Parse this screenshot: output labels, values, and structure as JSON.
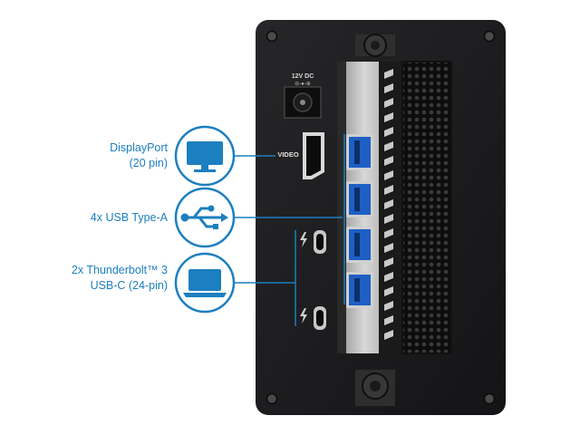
{
  "labels": {
    "displayport": {
      "line1": "DisplayPort",
      "line2": "(20 pin)"
    },
    "usb": {
      "line1": "4x USB Type-A"
    },
    "thunderbolt": {
      "line1": "2x Thunderbolt™ 3",
      "line2": "USB-C (24-pin)"
    }
  },
  "panel_text": {
    "power": "12V DC",
    "video": "VIDEO"
  },
  "icons": {
    "displayport": "monitor-icon",
    "usb": "usb-icon",
    "thunderbolt": "laptop-icon",
    "tb_port_mark": "thunderbolt-icon"
  },
  "colors": {
    "accent": "#1c7fbf",
    "panel": "#1c1c1e",
    "usb_port": "#1e5fc4"
  }
}
